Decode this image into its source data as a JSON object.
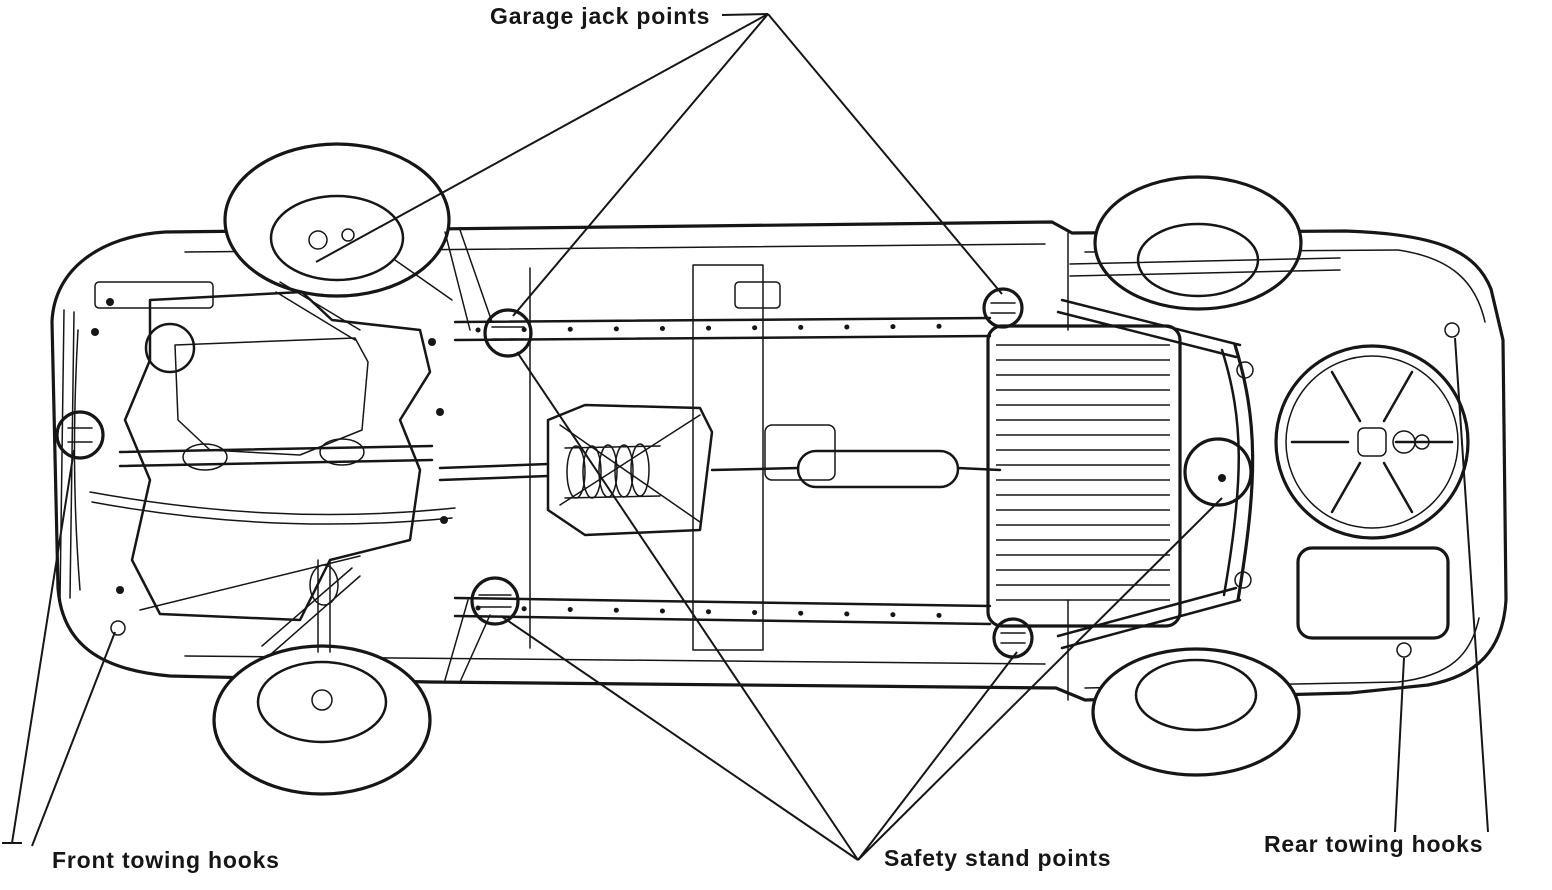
{
  "diagram": {
    "type": "vehicle-underside-service-points",
    "labels": {
      "garage_jack_points": "Garage jack points",
      "front_towing_hooks": "Front towing hooks",
      "safety_stand_points": "Safety stand points",
      "rear_towing_hooks": "Rear towing hooks"
    },
    "colors": {
      "ink": "#161616",
      "background": "#ffffff"
    }
  }
}
